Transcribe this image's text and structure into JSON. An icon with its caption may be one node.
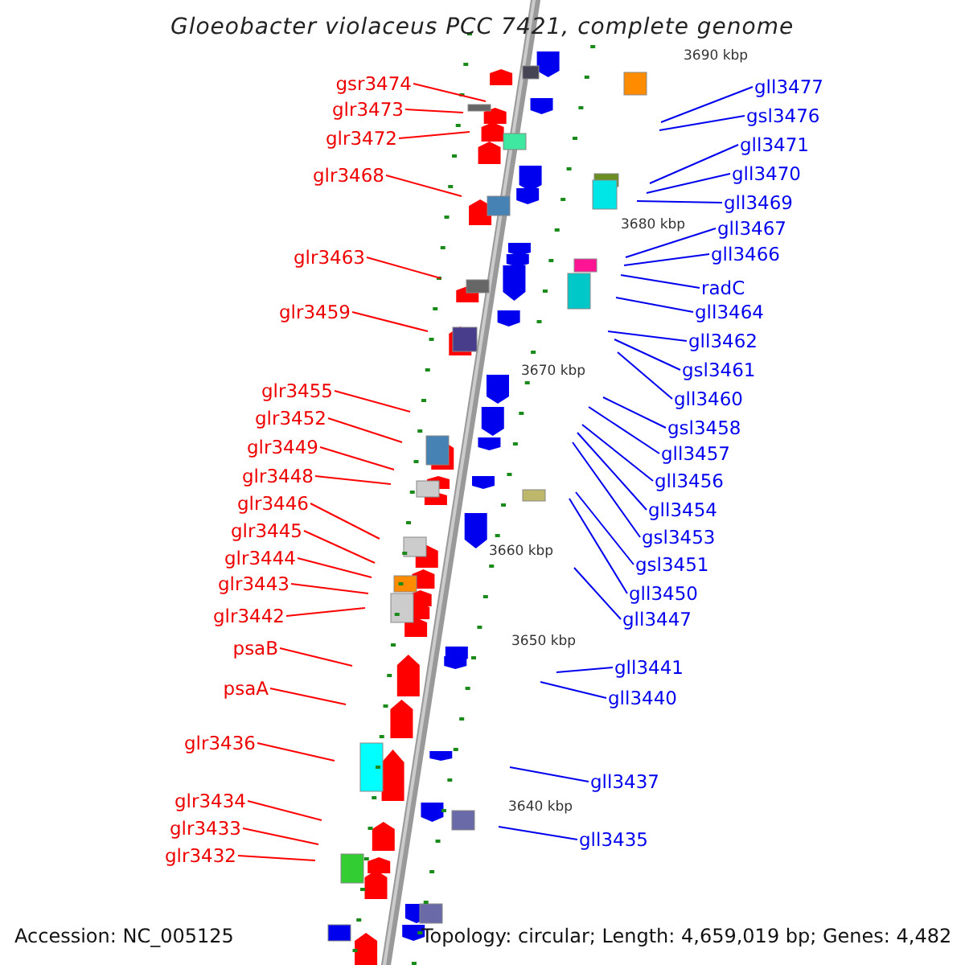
{
  "diagram": {
    "title": "Gloeobacter violaceus PCC 7421, complete genome",
    "nodes": [
      {
        "text": [
          "gsr3474"
        ]
      },
      {
        "text": [
          "glr3473"
        ]
      },
      {
        "text": [
          "glr3472"
        ]
      },
      {
        "text": [
          "glr3468"
        ]
      },
      {
        "text": [
          "glr3463"
        ]
      },
      {
        "text": [
          "glr3459"
        ]
      },
      {
        "text": [
          "glr3455"
        ]
      },
      {
        "text": [
          "glr3452"
        ]
      },
      {
        "text": [
          "glr3449"
        ]
      },
      {
        "text": [
          "glr3448"
        ]
      },
      {
        "text": [
          "glr3446"
        ]
      },
      {
        "text": [
          "glr3445"
        ]
      },
      {
        "text": [
          "glr3444"
        ]
      },
      {
        "text": [
          "glr3443"
        ]
      },
      {
        "text": [
          "glr3442"
        ]
      },
      {
        "text": [
          "psaB"
        ]
      },
      {
        "text": [
          "psaA"
        ]
      },
      {
        "text": [
          "glr3436"
        ]
      },
      {
        "text": [
          "glr3434"
        ]
      },
      {
        "text": [
          "glr3433"
        ]
      },
      {
        "text": [
          "glr3432"
        ]
      },
      {
        "text": [
          "gll3477"
        ]
      },
      {
        "text": [
          "gsl3476"
        ]
      },
      {
        "text": [
          "gll3471"
        ]
      },
      {
        "text": [
          "gll3470"
        ]
      },
      {
        "text": [
          "gll3469"
        ]
      },
      {
        "text": [
          "gll3467"
        ]
      },
      {
        "text": [
          "gll3466"
        ]
      },
      {
        "text": [
          "radC"
        ]
      },
      {
        "text": [
          "gll3464"
        ]
      },
      {
        "text": [
          "gll3462"
        ]
      },
      {
        "text": [
          "gsl3461"
        ]
      },
      {
        "text": [
          "gll3460"
        ]
      },
      {
        "text": [
          "gsl3458"
        ]
      },
      {
        "text": [
          "gll3457"
        ]
      },
      {
        "text": [
          "gll3456"
        ]
      },
      {
        "text": [
          "gll3454"
        ]
      },
      {
        "text": [
          "gsl3453"
        ]
      },
      {
        "text": [
          "gsl3451"
        ]
      },
      {
        "text": [
          "gll3450"
        ]
      },
      {
        "text": [
          "gll3447"
        ]
      },
      {
        "text": [
          "gll3441"
        ]
      },
      {
        "text": [
          "gll3440"
        ]
      },
      {
        "text": [
          "gll3437"
        ]
      },
      {
        "text": [
          "gll3435"
        ]
      }
    ],
    "edges": [
      {
        "from": 0,
        "to": null,
        "arrow": "none",
        "color": "#ff0000"
      },
      {
        "from": 1,
        "to": null,
        "arrow": "none",
        "color": "#ff0000"
      },
      {
        "from": 2,
        "to": null,
        "arrow": "none",
        "color": "#ff0000"
      },
      {
        "from": 3,
        "to": null,
        "arrow": "none",
        "color": "#ff0000"
      },
      {
        "from": 4,
        "to": null,
        "arrow": "none",
        "color": "#ff0000"
      },
      {
        "from": 5,
        "to": null,
        "arrow": "none",
        "color": "#ff0000"
      },
      {
        "from": 6,
        "to": null,
        "arrow": "none",
        "color": "#ff0000"
      },
      {
        "from": 7,
        "to": null,
        "arrow": "none",
        "color": "#ff0000"
      },
      {
        "from": 8,
        "to": null,
        "arrow": "none",
        "color": "#ff0000"
      },
      {
        "from": 9,
        "to": null,
        "arrow": "none",
        "color": "#ff0000"
      },
      {
        "from": 10,
        "to": null,
        "arrow": "none",
        "color": "#ff0000"
      },
      {
        "from": 11,
        "to": null,
        "arrow": "none",
        "color": "#ff0000"
      },
      {
        "from": 12,
        "to": null,
        "arrow": "none",
        "color": "#ff0000"
      },
      {
        "from": 13,
        "to": null,
        "arrow": "none",
        "color": "#ff0000"
      },
      {
        "from": 14,
        "to": null,
        "arrow": "none",
        "color": "#ff0000"
      },
      {
        "from": 15,
        "to": null,
        "arrow": "none",
        "color": "#ff0000"
      },
      {
        "from": 16,
        "to": null,
        "arrow": "none",
        "color": "#ff0000"
      },
      {
        "from": 17,
        "to": null,
        "arrow": "none",
        "color": "#ff0000"
      },
      {
        "from": 18,
        "to": null,
        "arrow": "none",
        "color": "#ff0000"
      },
      {
        "from": 19,
        "to": null,
        "arrow": "none",
        "color": "#ff0000"
      },
      {
        "from": 20,
        "to": null,
        "arrow": "none",
        "color": "#ff0000"
      },
      {
        "from": 21,
        "to": null,
        "arrow": "none"
      },
      {
        "from": 22,
        "to": null,
        "arrow": "none"
      },
      {
        "from": 23,
        "to": null,
        "arrow": "none"
      },
      {
        "from": 24,
        "to": null,
        "arrow": "none"
      },
      {
        "from": 25,
        "to": null,
        "arrow": "none"
      },
      {
        "from": 26,
        "to": null,
        "arrow": "none"
      },
      {
        "from": 27,
        "to": null,
        "arrow": "none"
      },
      {
        "from": 28,
        "to": null,
        "arrow": "none"
      },
      {
        "from": 29,
        "to": null,
        "arrow": "none"
      },
      {
        "from": 30,
        "to": null,
        "arrow": "none"
      },
      {
        "from": 31,
        "to": null,
        "arrow": "none"
      },
      {
        "from": 32,
        "to": null,
        "arrow": "none"
      },
      {
        "from": 33,
        "to": null,
        "arrow": "none"
      },
      {
        "from": 34,
        "to": null,
        "arrow": "none"
      },
      {
        "from": 35,
        "to": null,
        "arrow": "none"
      },
      {
        "from": 36,
        "to": null,
        "arrow": "none"
      },
      {
        "from": 37,
        "to": null,
        "arrow": "none"
      },
      {
        "from": 38,
        "to": null,
        "arrow": "none"
      },
      {
        "from": 39,
        "to": null,
        "arrow": "none"
      },
      {
        "from": 40,
        "to": null,
        "arrow": "none"
      },
      {
        "from": 41,
        "to": null,
        "arrow": "none"
      },
      {
        "from": 42,
        "to": null,
        "arrow": "none"
      },
      {
        "from": 43,
        "to": null,
        "arrow": "none"
      },
      {
        "from": 44,
        "to": null,
        "arrow": "none"
      }
    ],
    "labels": [
      "3690 kbp",
      "3680 kbp",
      "3670 kbp",
      "3660 kbp",
      "3650 kbp",
      "3640 kbp",
      "Accession: NC_005125",
      "Topology: circular; Length: 4,659,019 bp; Genes: 4,482"
    ]
  }
}
